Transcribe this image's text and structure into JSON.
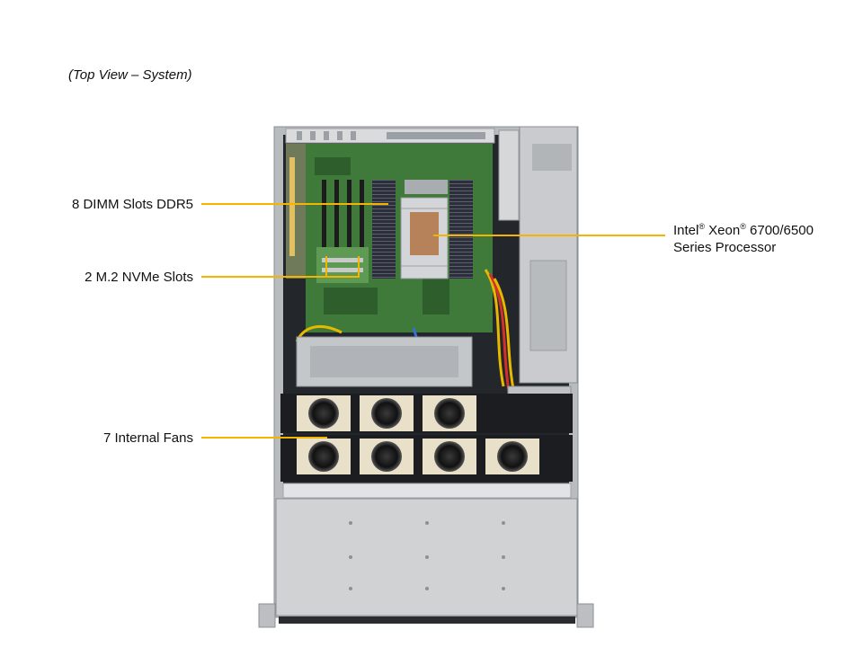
{
  "caption": "(Top View – System)",
  "callouts": {
    "dimm": "8 DIMM Slots DDR5",
    "nvme": "2 M.2 NVMe Slots",
    "fans": "7 Internal Fans",
    "cpu_line1_a": "Intel",
    "cpu_reg1": "®",
    "cpu_line1_b": " Xeon",
    "cpu_reg2": "®",
    "cpu_line1_c": " 6700/6500",
    "cpu_line2": "Series Processor"
  },
  "colors": {
    "leader": "#f4b400",
    "pcb": "#3f7a3a",
    "chassis": "#c8cacc"
  }
}
